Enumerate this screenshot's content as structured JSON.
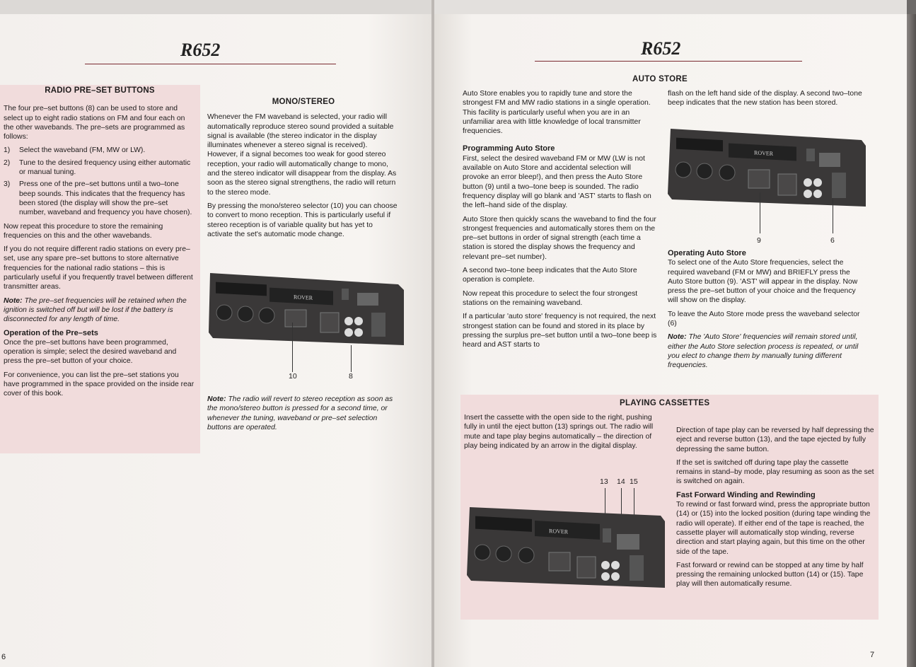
{
  "header": {
    "left_model": "R652",
    "right_model": "R652"
  },
  "left_page": {
    "page_number": "6",
    "preset": {
      "heading": "RADIO PRE–SET BUTTONS",
      "intro": "The four pre–set buttons (8) can be used to store and select up to eight radio stations on FM and four each on the other wavebands. The pre–sets are programmed as follows:",
      "steps": [
        {
          "n": "1)",
          "text": "Select the waveband (FM, MW or LW)."
        },
        {
          "n": "2)",
          "text": "Tune to the desired frequency using either automatic or manual tuning."
        },
        {
          "n": "3)",
          "text": "Press one of the pre–set buttons until a two–tone beep sounds. This indicates that the frequency has been stored (the display will show the pre–set number, waveband and frequency you have chosen)."
        }
      ],
      "repeat": "Now repeat this procedure to store the remaining frequencies on this and the other wavebands.",
      "alt": "If you do not require different radio stations on every pre–set, use any spare pre–set buttons to store alternative frequencies for the national radio stations – this is particularly useful if you frequently travel between different transmitter areas.",
      "note_label": "Note:",
      "note_text": "The pre–set frequencies will be retained when the ignition is switched off but will be lost if the battery is disconnected for any length of time.",
      "op_heading": "Operation of the Pre–sets",
      "op_text": "Once the pre–set buttons have been programmed, operation is simple; select the desired waveband and press the pre–set button of your choice.",
      "convenience": "For convenience, you can list the pre–set stations you have programmed in the space provided on the inside rear cover of this book."
    },
    "mono": {
      "heading": "MONO/STEREO",
      "p1": "Whenever the FM waveband is selected, your radio will automatically reproduce stereo sound provided a suitable signal is available (the stereo indicator in the display illuminates whenever a stereo signal is received). However, if a signal becomes too weak for good stereo reception, your radio will automatically change to mono, and the stereo indicator will disappear from the display. As soon as the stereo signal strengthens, the radio will return to the stereo mode.",
      "p2": "By pressing the mono/stereo selector (10) you can choose to convert to mono reception. This is particularly useful if stereo reception is of variable quality but has yet to activate the set's automatic mode change.",
      "callout_a": "10",
      "callout_b": "8",
      "note_label": "Note:",
      "note_text": "The radio will revert to stereo reception as soon as the mono/stereo button is pressed for a second time, or whenever the tuning, waveband or pre–set selection buttons are operated."
    }
  },
  "right_page": {
    "page_number": "7",
    "auto": {
      "heading": "AUTO STORE",
      "p1": "Auto Store enables you to rapidly tune and store the strongest FM and MW radio stations in a single operation. This facility is particularly useful when you are in an unfamiliar area with little knowledge of local transmitter frequencies.",
      "prog_heading": "Programming Auto Store",
      "prog_text": "First, select the desired waveband FM or MW (LW is not available on Auto Store and accidental selection will provoke an error bleep!), and then press the Auto Store button (9) until a two–tone beep is sounded. The radio frequency display will go blank and 'AST' starts to flash on the left–hand side of the display.",
      "scan": "Auto Store then quickly scans the waveband to find the four strongest frequencies and automatically stores them on the pre–set buttons in order of signal strength (each time a station is stored the display shows the frequency and relevant pre–set number).",
      "second_beep": "A second two–tone beep indicates that the Auto Store operation is complete.",
      "repeat": "Now repeat this procedure to select the four strongest stations on the remaining waveband.",
      "not_req": "If a particular 'auto store' frequency is not required, the next strongest station can be found and stored in its place by pressing the surplus pre–set button until a two–tone beep is heard and AST starts to",
      "cont": "flash on the left hand side of the display. A second two–tone beep indicates that the new station has been stored.",
      "callout_a": "9",
      "callout_b": "6",
      "op_heading": "Operating Auto Store",
      "op_text": "To select one of the Auto Store frequencies, select the required waveband (FM or MW) and BRIEFLY press the Auto Store button (9). 'AST' will appear in the display. Now press the pre–set button of your choice and the frequency will show on the display.",
      "leave": "To leave the Auto Store mode press the waveband selector (6)",
      "note_label": "Note:",
      "note_text": "The 'Auto Store' frequencies will remain stored until, either the Auto Store selection process is repeated, or until you elect to change them by manually tuning different frequencies."
    },
    "cassette": {
      "heading": "PLAYING CASSETTES",
      "insert": "Insert the cassette with the open side to the right, pushing fully in until the eject button (13) springs out. The radio will mute and tape play begins automatically – the direction of play being indicated by an arrow in the digital display.",
      "callouts": [
        "13",
        "14",
        "15"
      ],
      "direction": "Direction of tape play can be reversed by half depressing the eject and reverse button (13), and the tape ejected by fully depressing the same button.",
      "standby": "If the set is switched off during tape play the cassette remains in stand–by mode, play resuming as soon as the set is switched on again.",
      "ff_heading": "Fast Forward Winding and Rewinding",
      "ff_text": "To rewind or fast forward wind, press the appropriate button (14) or (15) into the locked position (during tape winding the radio will operate). If either end of the tape is reached, the cassette player will automatically stop winding, reverse direction and start playing again, but this time on the other side of the tape.",
      "stop": "Fast forward or rewind can be stopped at any time by half pressing the remaining unlocked button (14) or (15). Tape play will then automatically resume."
    },
    "radio_display": "ROVER"
  },
  "colors": {
    "pink_panel": "#f1dcdc",
    "rule": "#7a2a30",
    "radio_body": "#3a3838"
  }
}
